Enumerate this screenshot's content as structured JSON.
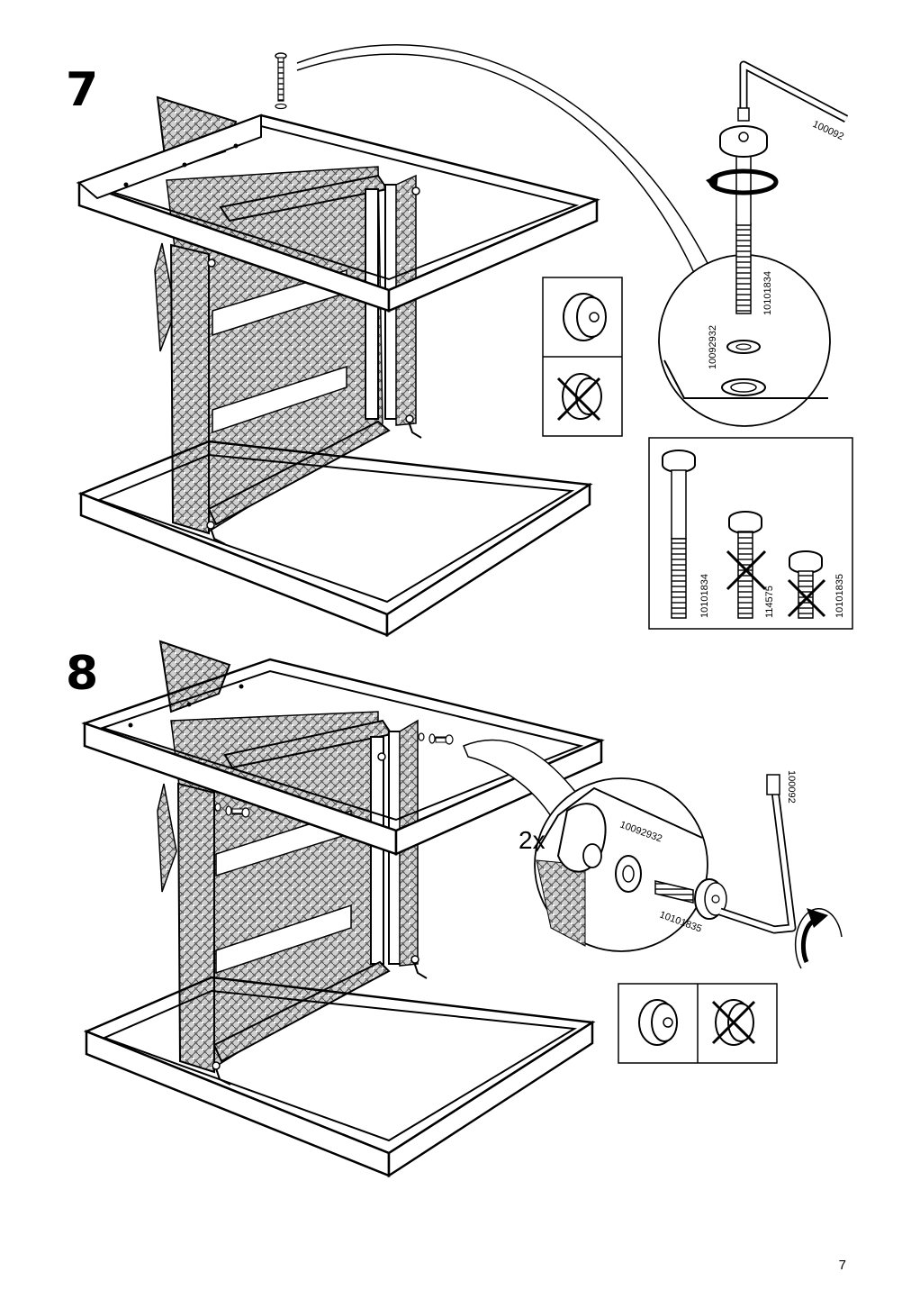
{
  "page": {
    "number": "7"
  },
  "steps": [
    {
      "number": "7",
      "parts": {
        "tool": "100092",
        "washer": "10092932",
        "bolt": "10101834"
      },
      "bolt_comparison": {
        "correct": "10101834",
        "wrong_1": "114575",
        "wrong_2": "10101835"
      },
      "symbols": [
        "correct-bolt-head-icon",
        "wrong-bolt-head-icon"
      ]
    },
    {
      "number": "8",
      "quantity": "2x",
      "parts": {
        "tool": "100092",
        "washer": "10092932",
        "bolt": "10101835"
      },
      "symbols": [
        "correct-bolt-head-icon",
        "wrong-bolt-head-icon"
      ]
    }
  ]
}
